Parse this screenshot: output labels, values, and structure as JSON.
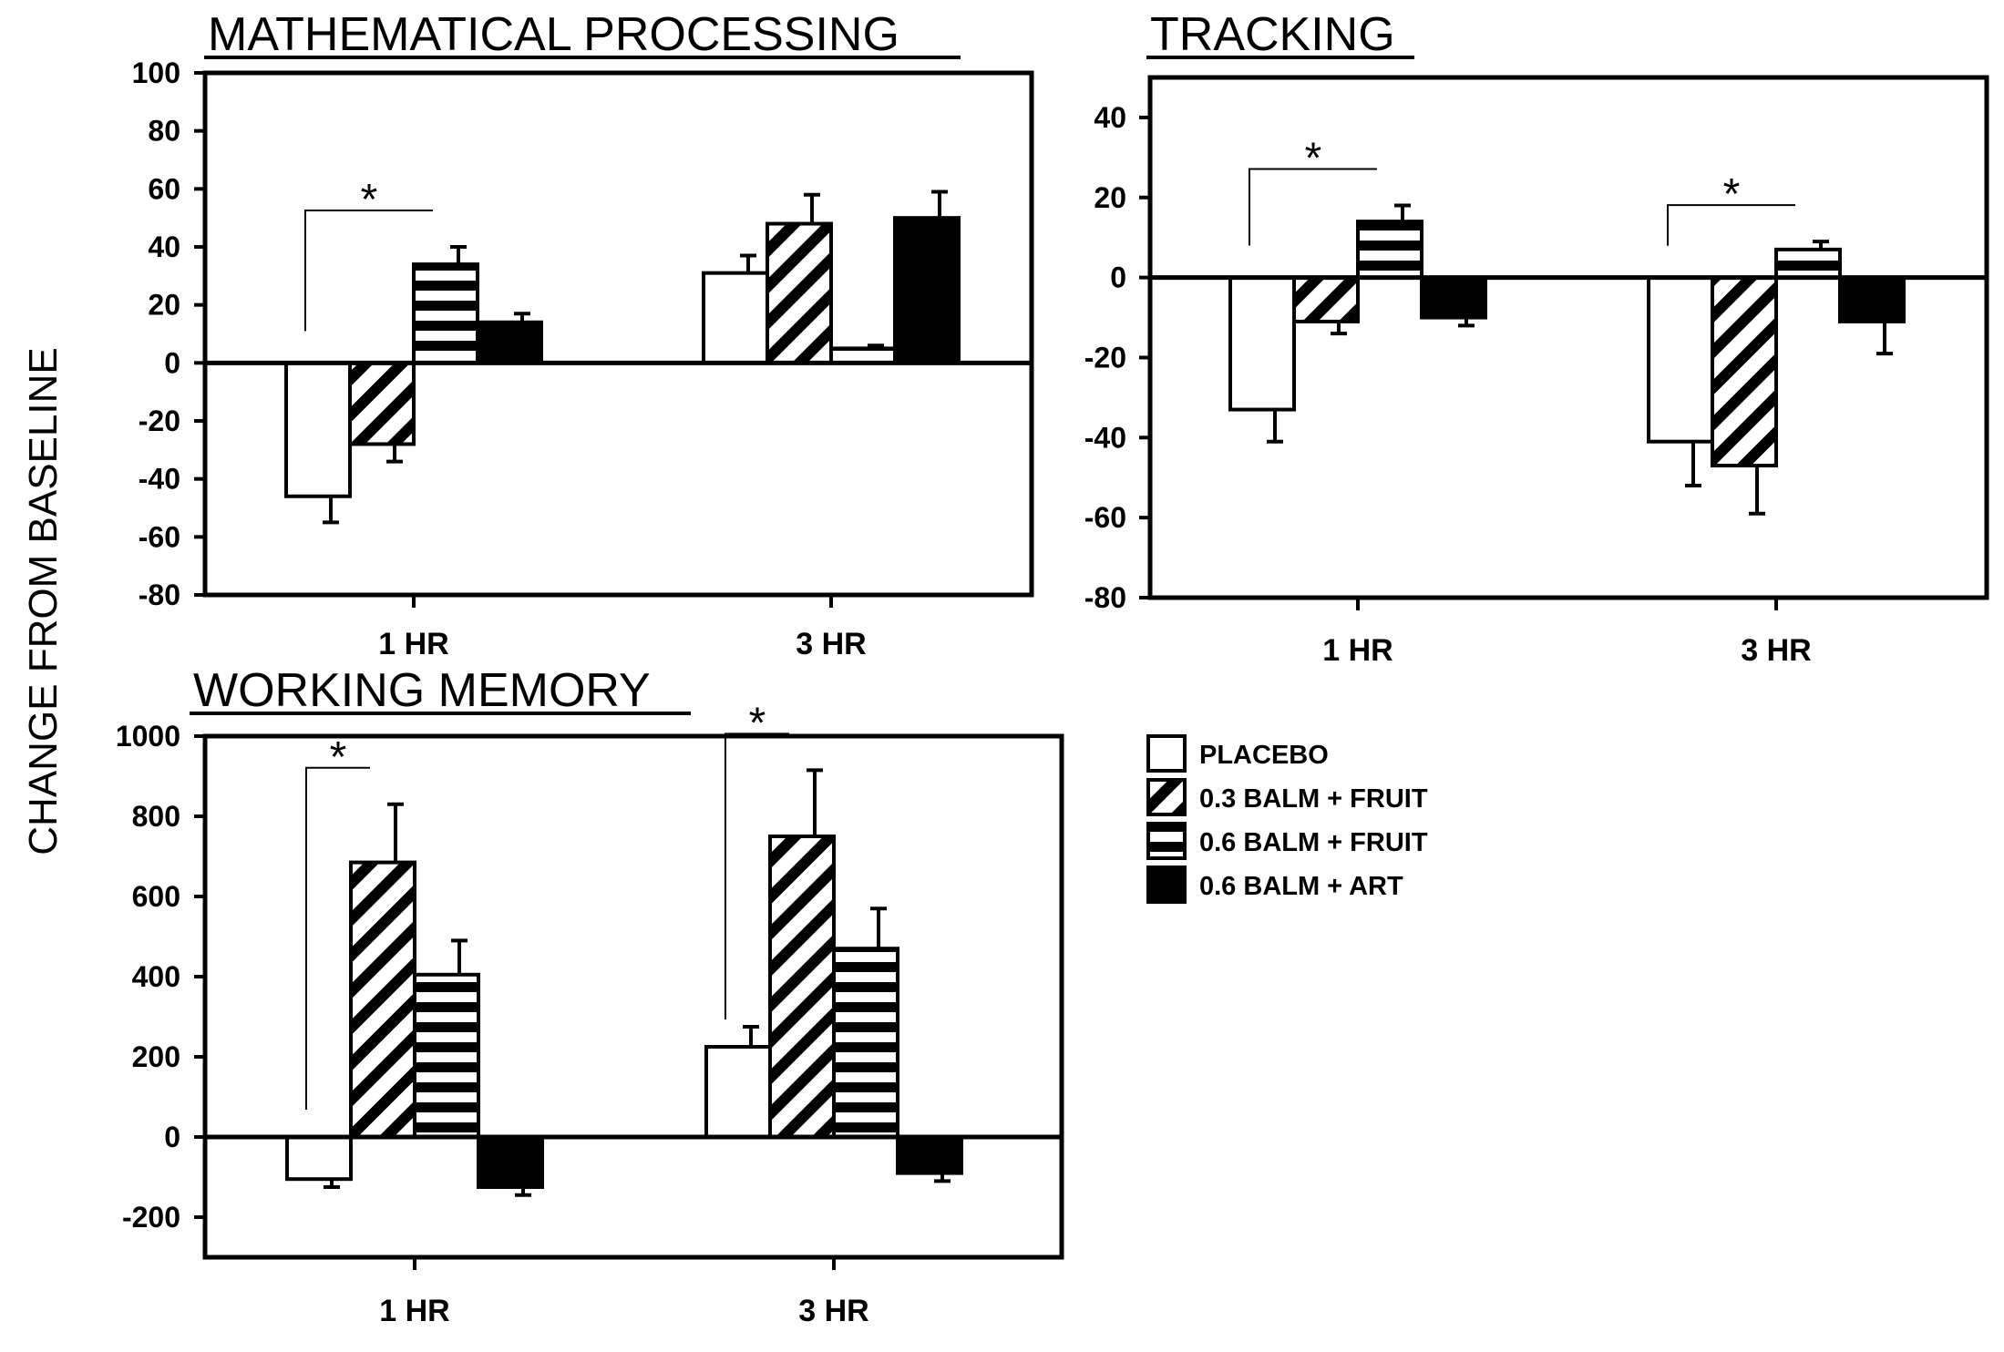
{
  "figure": {
    "ylabel": "CHANGE FROM BASELINE"
  },
  "legend": {
    "entries": [
      {
        "label": "PLACEBO",
        "pattern": "white"
      },
      {
        "label": "0.3 BALM + FRUIT",
        "pattern": "diagonal"
      },
      {
        "label": "0.6 BALM + FRUIT",
        "pattern": "horizontal"
      },
      {
        "label": "0.6 BALM + ART",
        "pattern": "black"
      }
    ]
  },
  "chart_data": [
    {
      "type": "bar",
      "title": "MATHEMATICAL PROCESSING",
      "categories": [
        "1 HR",
        "3 HR"
      ],
      "ylim": [
        -80,
        100
      ],
      "yticks": [
        100,
        80,
        60,
        40,
        20,
        0,
        -20,
        -40,
        -60,
        -80
      ],
      "series": [
        {
          "name": "PLACEBO",
          "pattern": "white",
          "values": [
            -46,
            31
          ],
          "errors": [
            9,
            6
          ]
        },
        {
          "name": "0.3 BALM + FRUIT",
          "pattern": "diagonal",
          "values": [
            -28,
            48
          ],
          "errors": [
            6,
            10
          ]
        },
        {
          "name": "0.6 BALM + FRUIT",
          "pattern": "horizontal",
          "values": [
            34,
            5
          ],
          "errors": [
            6,
            1
          ]
        },
        {
          "name": "0.6 BALM + ART",
          "pattern": "black",
          "values": [
            14,
            50
          ],
          "errors": [
            3,
            9
          ]
        }
      ],
      "significance": [
        {
          "category": "1 HR",
          "from_series": 0,
          "to_series": 2,
          "mark": "*"
        }
      ]
    },
    {
      "type": "bar",
      "title": "TRACKING",
      "categories": [
        "1 HR",
        "3 HR"
      ],
      "ylim": [
        -80,
        50
      ],
      "yticks": [
        40,
        20,
        0,
        -20,
        -40,
        -60,
        -80
      ],
      "series": [
        {
          "name": "PLACEBO",
          "pattern": "white",
          "values": [
            -33,
            -41
          ],
          "errors": [
            8,
            11
          ]
        },
        {
          "name": "0.3 BALM + FRUIT",
          "pattern": "diagonal",
          "values": [
            -11,
            -47
          ],
          "errors": [
            3,
            12
          ]
        },
        {
          "name": "0.6 BALM + FRUIT",
          "pattern": "horizontal",
          "values": [
            14,
            7
          ],
          "errors": [
            4,
            2
          ]
        },
        {
          "name": "0.6 BALM + ART",
          "pattern": "black",
          "values": [
            -10,
            -11
          ],
          "errors": [
            2,
            8
          ]
        }
      ],
      "significance": [
        {
          "category": "1 HR",
          "from_series": 0,
          "to_series": 2,
          "mark": "*"
        },
        {
          "category": "3 HR",
          "from_series": 0,
          "to_series": 2,
          "mark": "*"
        }
      ]
    },
    {
      "type": "bar",
      "title": "WORKING MEMORY",
      "categories": [
        "1 HR",
        "3 HR"
      ],
      "ylim": [
        -300,
        1000
      ],
      "yticks": [
        1000,
        800,
        600,
        400,
        200,
        0,
        -200
      ],
      "series": [
        {
          "name": "PLACEBO",
          "pattern": "white",
          "values": [
            -105,
            225
          ],
          "errors": [
            20,
            50
          ]
        },
        {
          "name": "0.3 BALM + FRUIT",
          "pattern": "diagonal",
          "values": [
            685,
            750
          ],
          "errors": [
            145,
            165
          ]
        },
        {
          "name": "0.6 BALM + FRUIT",
          "pattern": "horizontal",
          "values": [
            405,
            470
          ],
          "errors": [
            85,
            100
          ]
        },
        {
          "name": "0.6 BALM + ART",
          "pattern": "black",
          "values": [
            -125,
            -90
          ],
          "errors": [
            20,
            20
          ]
        }
      ],
      "significance": [
        {
          "category": "1 HR",
          "from_series": 0,
          "to_series": 1,
          "mark": "*"
        },
        {
          "category": "3 HR",
          "from_series": 0,
          "to_series": 1,
          "mark": "*"
        }
      ]
    }
  ]
}
